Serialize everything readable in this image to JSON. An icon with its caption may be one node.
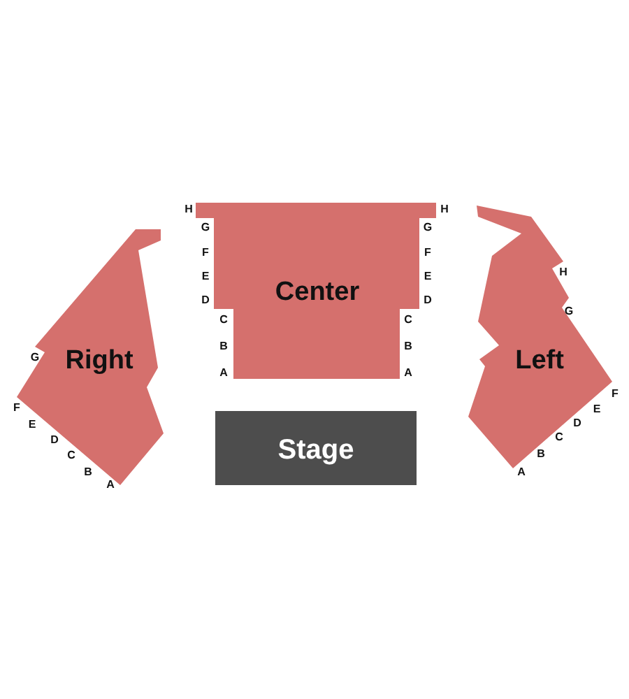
{
  "diagram": {
    "nodes": [
      {
        "text": [
          "Center"
        ],
        "beside": [
          "H",
          "G",
          "F",
          "E",
          "D",
          "C",
          "B",
          "A",
          "H",
          "G",
          "F",
          "E",
          "D",
          "C",
          "B",
          "A"
        ]
      },
      {
        "text": [
          "Right"
        ],
        "beside": [
          "G",
          "F",
          "E",
          "D",
          "C",
          "B",
          "A"
        ]
      },
      {
        "text": [
          "Left"
        ],
        "beside": [
          "H",
          "G",
          "F",
          "E",
          "D",
          "C",
          "B",
          "A"
        ]
      },
      {
        "text": [
          "Stage"
        ]
      }
    ]
  }
}
